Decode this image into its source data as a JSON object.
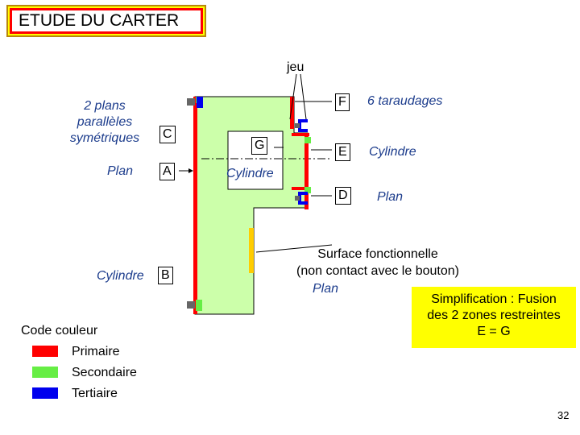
{
  "title": "ETUDE DU CARTER",
  "labels": {
    "jeu": "jeu",
    "two_planes": "2 plans",
    "parallel": "parallèles",
    "symmetric": "symétriques",
    "plan_left": "Plan",
    "cylindre_b": "Cylindre",
    "C": "C",
    "A": "A",
    "B": "B",
    "G": "G",
    "cylindre_g": "Cylindre",
    "F": "F",
    "six_tapped": "6 taraudages",
    "E": "E",
    "cylindre_e": "Cylindre",
    "D": "D",
    "plan_d": "Plan",
    "surface_line1": "Surface fonctionnelle",
    "surface_line2": "(non contact avec le bouton)",
    "surface_plan": "Plan"
  },
  "note": {
    "line1": "Simplification : Fusion",
    "line2": "des 2 zones restreintes",
    "line3": "E = G"
  },
  "legend": {
    "title": "Code couleur",
    "items": [
      {
        "label": "Primaire",
        "color": "#ff0000"
      },
      {
        "label": "Secondaire",
        "color": "#66ee44"
      },
      {
        "label": "Tertiaire",
        "color": "#0000ee"
      }
    ]
  },
  "page_number": "32",
  "colors": {
    "part_fill": "#ccffaa",
    "primary": "#ff0000",
    "secondary": "#66ee44",
    "tertiary": "#0000ee",
    "highlight": "#ffcc00"
  }
}
